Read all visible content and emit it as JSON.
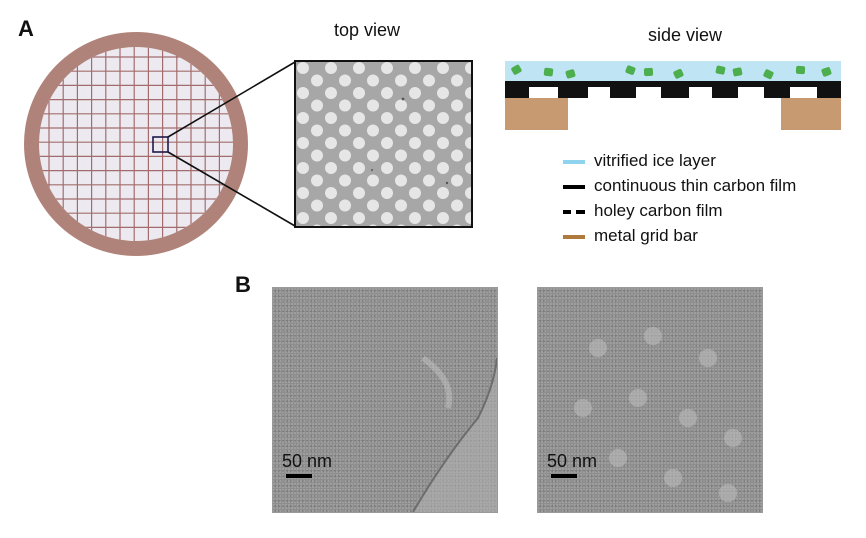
{
  "panels": {
    "a": {
      "label": "A"
    },
    "b": {
      "label": "B"
    }
  },
  "views": {
    "top_view": "top view",
    "side_view": "side view"
  },
  "legend": [
    {
      "label": "vitrified ice layer",
      "color": "#8fd3ee",
      "style": "solid"
    },
    {
      "label": "continuous thin carbon film",
      "color": "#000000",
      "style": "solid"
    },
    {
      "label": "holey carbon film",
      "color": "#000000",
      "style": "dashed"
    },
    {
      "label": "metal grid bar",
      "color": "#b07a3c",
      "style": "solid"
    }
  ],
  "grid_colors": {
    "rim": "#b0837a",
    "grid_fill": "#eceaf0",
    "mesh": "#a36c6c",
    "highlight_box": "#1e1a4a",
    "ice": "#bfe4f4",
    "carbon": "#111111",
    "grid_bar": "#c89a72",
    "particle": "#4cae4c"
  },
  "micrographs": [
    {
      "scale_label": "50 nm"
    },
    {
      "scale_label": "50 nm"
    }
  ]
}
